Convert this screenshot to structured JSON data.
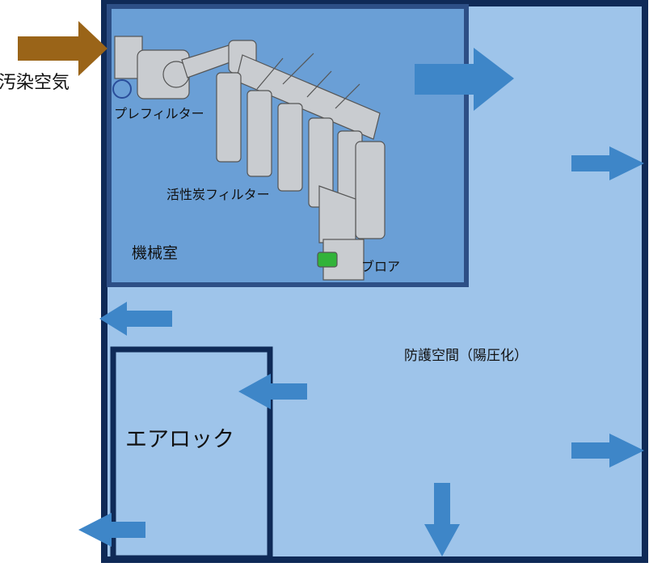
{
  "labels": {
    "contaminated_air": "汚染空気",
    "pre_filter": "プレフィルター",
    "carbon_filter": "活性炭フィルター",
    "machine_room": "機械室",
    "blower": "ブロア",
    "protected_space": "防護空間（陽圧化）",
    "airlock": "エアロック"
  },
  "colors": {
    "outer_fill": "#9ec4ea",
    "border": "#0f2a57",
    "machine_room_fill": "#6a9fd6",
    "machine_room_border": "#2d4f86",
    "flow_arrow": "#3e86c8",
    "inlet_arrow": "#9a6418",
    "equipment": "#c9ccd0",
    "motor": "#32b33a"
  }
}
